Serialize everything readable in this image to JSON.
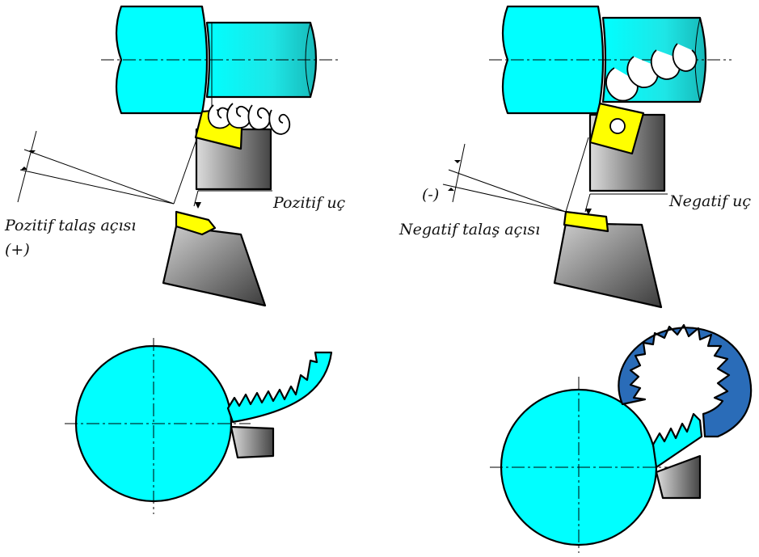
{
  "left_panel": {
    "insert_label": "Pozitif uç",
    "angle_label_line1": "Pozitif talaş açısı",
    "angle_label_line2": "(+)"
  },
  "right_panel": {
    "insert_label": "Negatif uç",
    "angle_label": "Negatif talaş açısı",
    "angle_sign": "(-)"
  },
  "colors": {
    "workpiece": "#00ffff",
    "workpiece_dark": "#2fd0d0",
    "insert": "#ffff00",
    "chip_band": "#2a6cb8",
    "tool_dark": "#505050",
    "tool_light": "#d8d8d8"
  }
}
